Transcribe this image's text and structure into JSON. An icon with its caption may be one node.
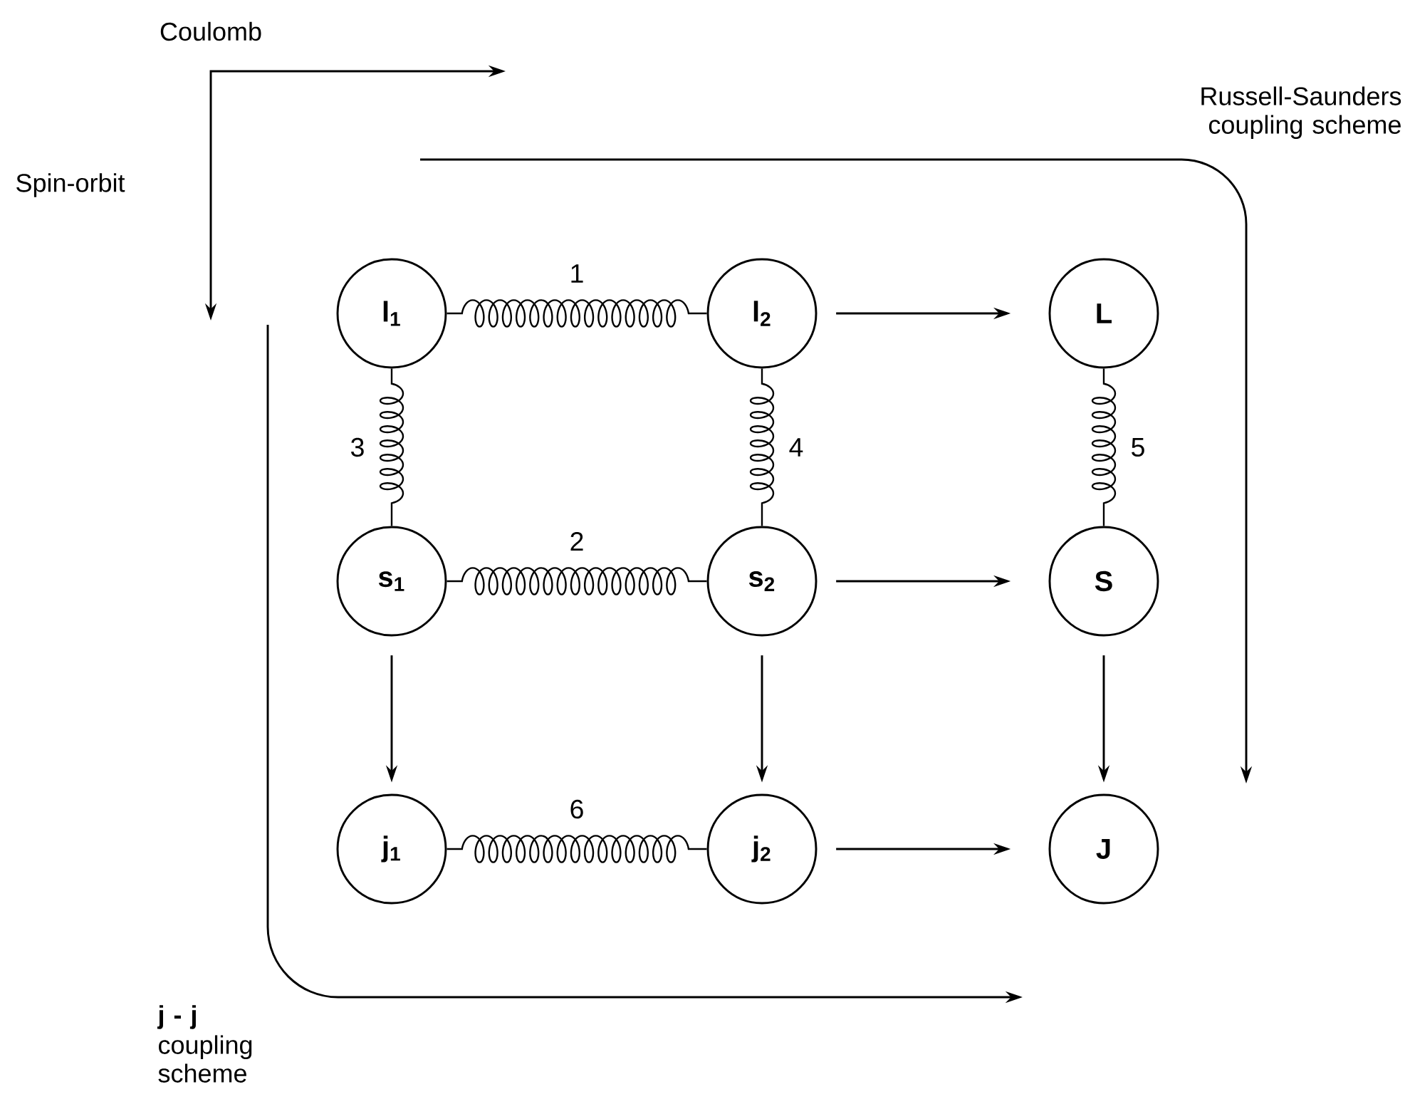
{
  "diagram": {
    "nodes": [
      {
        "text": [
          "l$_{1}$"
        ]
      },
      {
        "text": [
          "l$_{2}$"
        ]
      },
      {
        "text": [
          "L"
        ]
      },
      {
        "text": [
          "s$_{1}$"
        ]
      },
      {
        "text": [
          "s$_{2}$"
        ]
      },
      {
        "text": [
          "S"
        ]
      },
      {
        "text": [
          "j$_{1}$"
        ]
      },
      {
        "text": [
          "j$_{2}$"
        ]
      },
      {
        "text": [
          "J"
        ]
      }
    ],
    "edges": [
      {
        "from": 0,
        "to": 1,
        "arrow": "none",
        "label": "1"
      },
      {
        "from": 3,
        "to": 4,
        "arrow": "none",
        "label": "2"
      },
      {
        "from": 0,
        "to": 3,
        "arrow": "none",
        "label": "3"
      },
      {
        "from": 1,
        "to": 4,
        "arrow": "none",
        "label": "4"
      },
      {
        "from": 2,
        "to": 5,
        "arrow": "none",
        "label": "5"
      },
      {
        "from": 6,
        "to": 7,
        "arrow": "none",
        "label": "6"
      },
      {
        "from": 1,
        "to": 2,
        "arrow": "to"
      },
      {
        "from": 4,
        "to": 5,
        "arrow": "to"
      },
      {
        "from": 3,
        "to": 6,
        "arrow": "to"
      },
      {
        "from": 4,
        "to": 7,
        "arrow": "to"
      },
      {
        "from": 5,
        "to": 8,
        "arrow": "to"
      },
      {
        "from": 7,
        "to": 8,
        "arrow": "to"
      }
    ],
    "labels": [
      "Coulomb",
      "Spin-orbit",
      "Russell-Saunders coupling scheme",
      "j - j",
      "coupling scheme"
    ]
  }
}
